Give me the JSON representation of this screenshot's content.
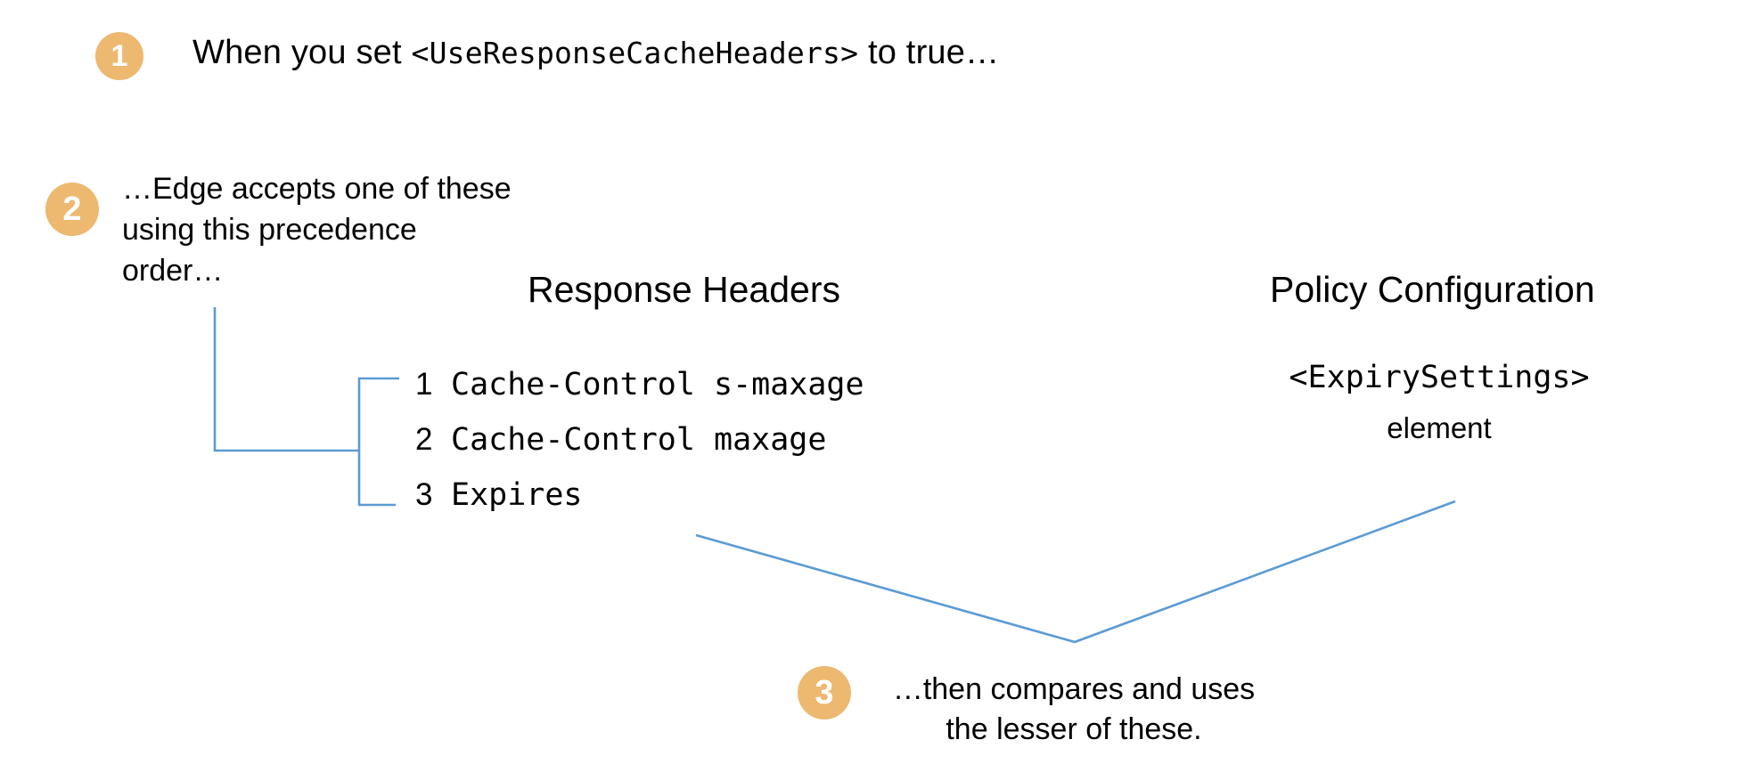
{
  "diagram": {
    "title": "Edge response cache header precedence",
    "background_color": "#ffffff",
    "badge_color": "#edb870",
    "badge_text_color": "#ffffff",
    "connector_color": "#5b9bd5",
    "text_color": "#000000"
  },
  "steps": [
    {
      "number": "1",
      "text_prefix": "When you set ",
      "text_code": "<UseResponseCacheHeaders>",
      "text_suffix": " to true…"
    },
    {
      "number": "2",
      "text": "…Edge accepts one of these\nusing this precedence\norder…"
    },
    {
      "number": "3",
      "text": "…then compares and uses\nthe lesser of these."
    }
  ],
  "columns": {
    "response_headers": {
      "heading": "Response Headers",
      "items": [
        {
          "rank": "1",
          "header": "Cache-Control s-maxage"
        },
        {
          "rank": "2",
          "header": "Cache-Control maxage"
        },
        {
          "rank": "3",
          "header": "Expires"
        }
      ]
    },
    "policy_configuration": {
      "heading": "Policy Configuration",
      "element_code": "<ExpirySettings>",
      "element_label": "element"
    }
  }
}
